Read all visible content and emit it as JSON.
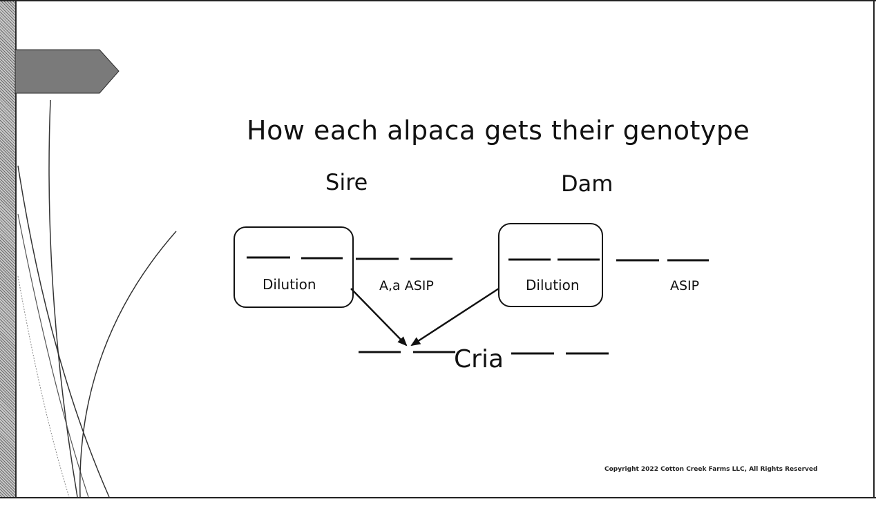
{
  "slide": {
    "title": "How each alpaca gets their genotype",
    "copyright": "Copyright 2022 Cotton Creek Farms  LLC, All Rights Reserved"
  },
  "diagram": {
    "sire": {
      "label": "Sire",
      "box_label": "Dilution",
      "side_label": "A,a ASIP"
    },
    "dam": {
      "label": "Dam",
      "box_label": "Dilution",
      "side_label": "ASIP"
    },
    "offspring": {
      "label": "Cria"
    }
  }
}
